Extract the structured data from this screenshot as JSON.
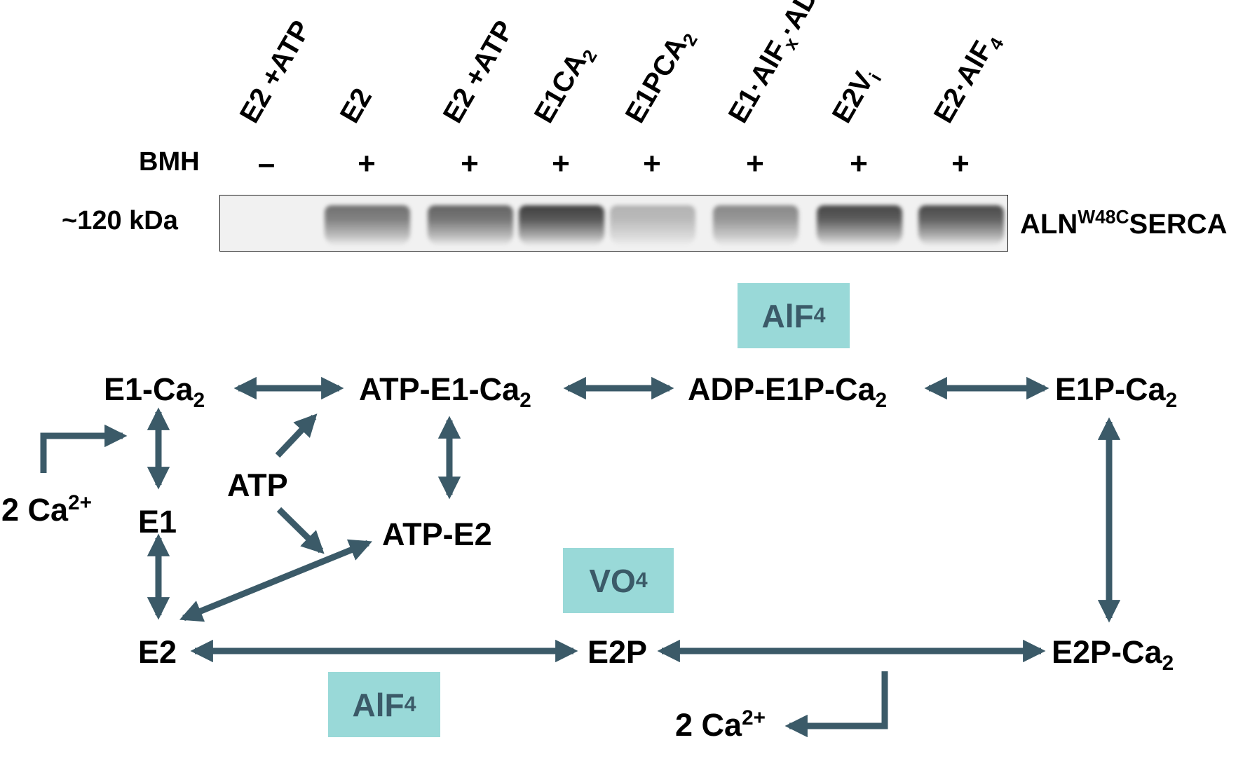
{
  "gel": {
    "lanes": [
      {
        "condition": "E2 +ATP",
        "bmh": "–",
        "band": 0.0
      },
      {
        "condition": "E2",
        "bmh": "+",
        "band": 0.62
      },
      {
        "condition": "E2 +ATP",
        "bmh": "+",
        "band": 0.68
      },
      {
        "condition": "E1CA",
        "sub": "2",
        "bmh": "+",
        "band": 0.85
      },
      {
        "condition": "E1PCA",
        "sub": "2",
        "bmh": "+",
        "band": 0.3
      },
      {
        "condition": "E1·AlF",
        "sub": "x",
        "tail": "·AD",
        "bmh": "+",
        "band": 0.5
      },
      {
        "condition": "E2V",
        "sub": "i",
        "bmh": "+",
        "band": 0.82
      },
      {
        "condition": "E2·AlF",
        "sub": "4",
        "bmh": "+",
        "band": 0.8
      }
    ],
    "bmh_label": "BMH",
    "mw_label": "~120 kDa",
    "protein": {
      "base": "ALN",
      "sup": "W48C",
      "tail": "SERCA"
    }
  },
  "scheme": {
    "colors": {
      "arrow": "#3b5a68",
      "box_fill": "#99d9d8",
      "box_text": "#3b5a68"
    },
    "inhibitors": {
      "top": {
        "base": "AlF",
        "sub": "4"
      },
      "middle": {
        "base": "VO",
        "sub": "4"
      },
      "bottom": {
        "base": "AlF",
        "sub": "4"
      }
    },
    "states": {
      "e1ca2": {
        "base": "E1-Ca",
        "sub": "2"
      },
      "atp_e1ca2": {
        "base": "ATP-E1-Ca",
        "sub": "2"
      },
      "adp_e1pca2": {
        "base": "ADP-E1P-Ca",
        "sub": "2"
      },
      "e1pca2": {
        "base": "E1P-Ca",
        "sub": "2"
      },
      "e1": {
        "base": "E1"
      },
      "atp": {
        "base": "ATP"
      },
      "atp_e2": {
        "base": "ATP-E2"
      },
      "e2": {
        "base": "E2"
      },
      "e2p": {
        "base": "E2P"
      },
      "e2pca2": {
        "base": "E2P-Ca",
        "sub": "2"
      },
      "ca_in": {
        "base": "2 Ca",
        "sup": "2+"
      },
      "ca_out": {
        "base": "2 Ca",
        "sup": "2+"
      }
    }
  }
}
